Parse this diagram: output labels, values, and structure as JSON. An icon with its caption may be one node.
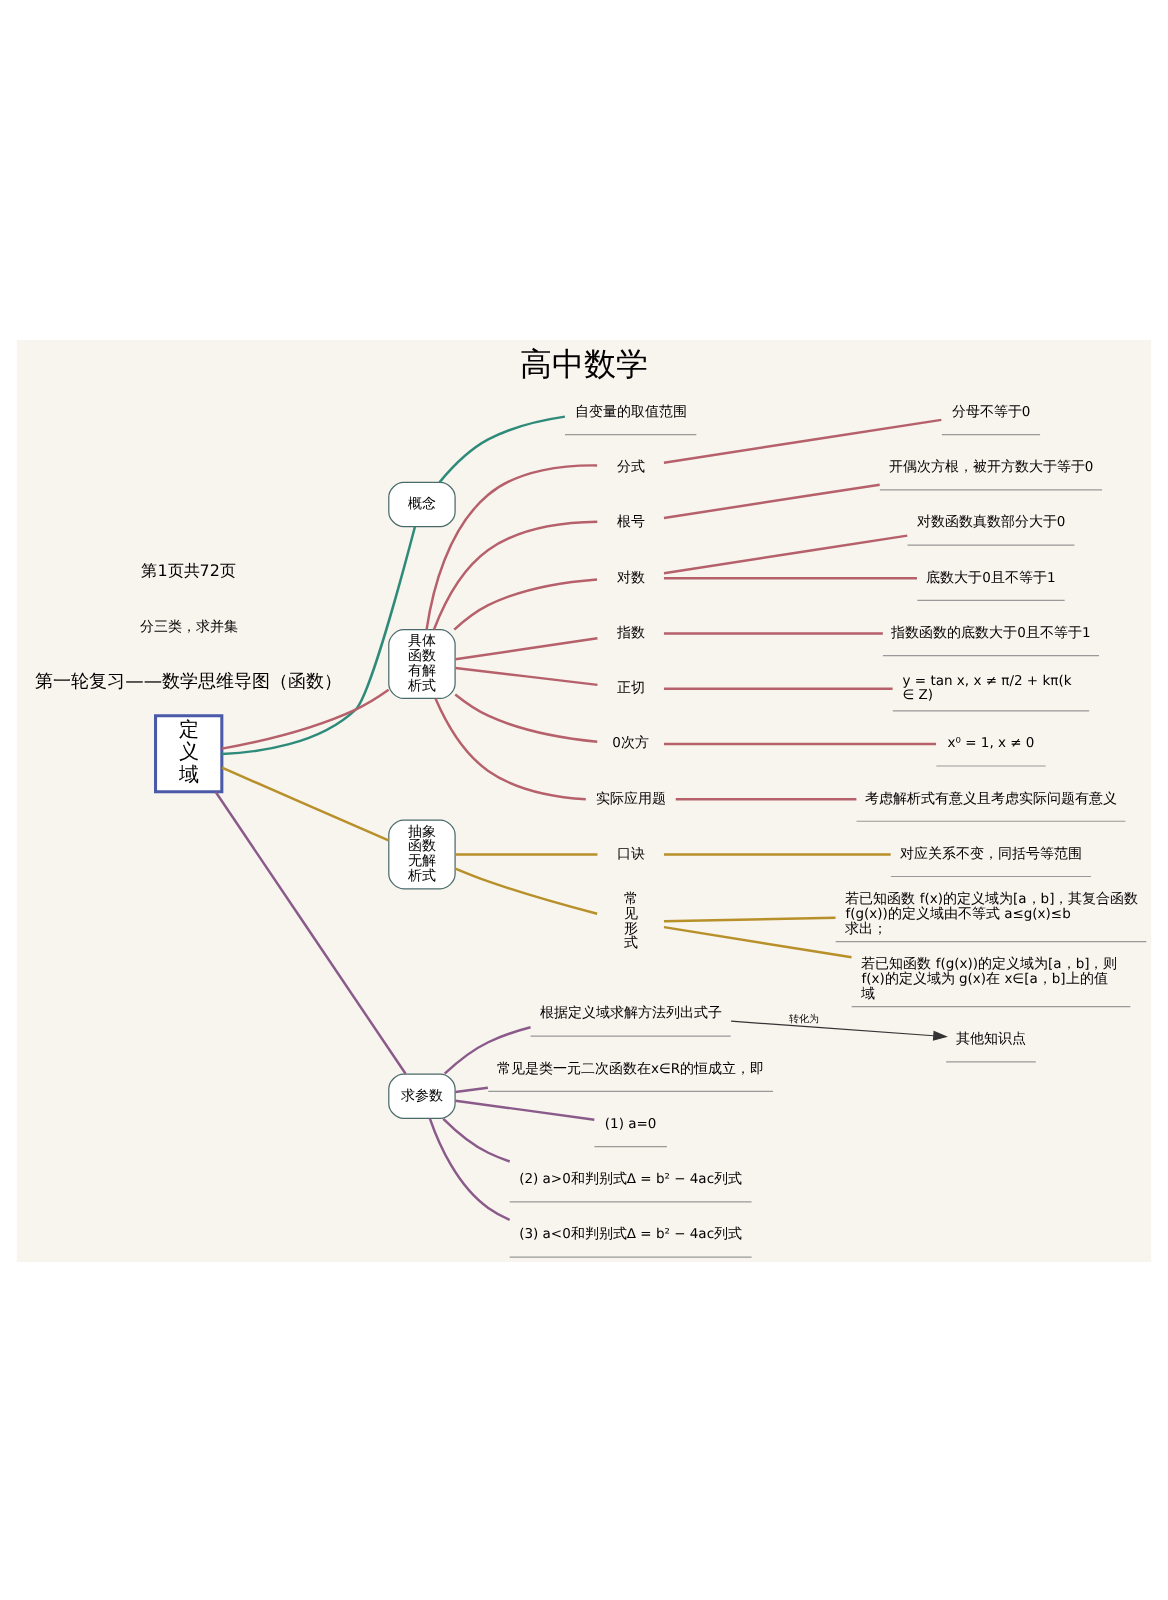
{
  "diagram": {
    "title": "高中数学",
    "caption": "第1页共72页",
    "nodes": [
      {
        "text": [
          "定义域"
        ]
      },
      {
        "text": [
          "概念"
        ]
      },
      {
        "text": [
          "自变量的取值范围"
        ]
      },
      {
        "text": [
          "具体函数有解析式"
        ]
      },
      {
        "text": [
          "分式"
        ]
      },
      {
        "text": [
          "分母不等于0"
        ]
      },
      {
        "text": [
          "根号"
        ]
      },
      {
        "text": [
          "开偶次方根，被开方数大于等于0"
        ]
      },
      {
        "text": [
          "对数"
        ]
      },
      {
        "text": [
          "对数函数真数部分大于0"
        ]
      },
      {
        "text": [
          "底数大于0且不等于1"
        ]
      },
      {
        "text": [
          "指数"
        ]
      },
      {
        "text": [
          "指数函数的底数大于0且不等于1"
        ]
      },
      {
        "text": [
          "正切"
        ]
      },
      {
        "text": [
          "y = tan x, x ≠ π/2 + kπ(k ∈ Z)"
        ]
      },
      {
        "text": [
          "0次方"
        ]
      },
      {
        "text": [
          "x⁰ = 1, x ≠ 0"
        ]
      },
      {
        "text": [
          "实际应用题"
        ]
      },
      {
        "text": [
          "考虑解析式有意义且考虑实际问题有意义"
        ]
      },
      {
        "text": [
          "抽象函数无解析式"
        ]
      },
      {
        "text": [
          "口诀"
        ]
      },
      {
        "text": [
          "对应关系不变，同括号等范围"
        ]
      },
      {
        "text": [
          "常见形式"
        ]
      },
      {
        "text": [
          "若已知函数 f(x)的定义域为[a，b]，其复合函数 f(g(x))的定义域由不等式 a≤g(x)≤b 求出；"
        ]
      },
      {
        "text": [
          "若已知函数 f(g(x))的定义域为[a，b]，则 f(x)的定义域为 g(x)在 x∈[a，b]上的值域"
        ]
      },
      {
        "text": [
          "求参数"
        ]
      },
      {
        "text": [
          "根据定义域求解方法列出式子"
        ]
      },
      {
        "text": [
          "其他知识点"
        ]
      },
      {
        "text": [
          "常见是类一元二次函数在x∈R的恒成立，即"
        ]
      },
      {
        "text": [
          "(1) a=0"
        ]
      },
      {
        "text": [
          "(2) a>0和判别式Δ = b² − 4ac列式"
        ]
      },
      {
        "text": [
          "(3) a<0和判别式Δ = b² − 4ac列式"
        ]
      }
    ],
    "edges": [
      {
        "from": 0,
        "to": 1,
        "arrow": "none",
        "color": "#2e8b7a"
      },
      {
        "from": 1,
        "to": 2,
        "arrow": "none",
        "color": "#2e8b7a"
      },
      {
        "from": 0,
        "to": 3,
        "arrow": "none",
        "color": "#b5606a"
      },
      {
        "from": 3,
        "to": 4,
        "arrow": "none",
        "color": "#b5606a"
      },
      {
        "from": 4,
        "to": 5,
        "arrow": "none",
        "color": "#b5606a"
      },
      {
        "from": 3,
        "to": 6,
        "arrow": "none",
        "color": "#b5606a"
      },
      {
        "from": 6,
        "to": 7,
        "arrow": "none",
        "color": "#b5606a"
      },
      {
        "from": 3,
        "to": 8,
        "arrow": "none",
        "color": "#b5606a"
      },
      {
        "from": 8,
        "to": 9,
        "arrow": "none",
        "color": "#b5606a"
      },
      {
        "from": 8,
        "to": 10,
        "arrow": "none",
        "color": "#b5606a"
      },
      {
        "from": 3,
        "to": 11,
        "arrow": "none",
        "color": "#b5606a"
      },
      {
        "from": 11,
        "to": 12,
        "arrow": "none",
        "color": "#b5606a"
      },
      {
        "from": 3,
        "to": 13,
        "arrow": "none",
        "color": "#b5606a"
      },
      {
        "from": 13,
        "to": 14,
        "arrow": "none",
        "color": "#b5606a"
      },
      {
        "from": 3,
        "to": 15,
        "arrow": "none",
        "color": "#b5606a"
      },
      {
        "from": 15,
        "to": 16,
        "arrow": "none",
        "color": "#b5606a"
      },
      {
        "from": 3,
        "to": 17,
        "arrow": "none",
        "color": "#b5606a"
      },
      {
        "from": 17,
        "to": 18,
        "arrow": "none",
        "color": "#b5606a"
      },
      {
        "from": 0,
        "to": 19,
        "arrow": "none",
        "color": "#b8902a"
      },
      {
        "from": 19,
        "to": 20,
        "arrow": "none",
        "color": "#b8902a"
      },
      {
        "from": 20,
        "to": 21,
        "arrow": "none",
        "color": "#b8902a"
      },
      {
        "from": 19,
        "to": 22,
        "arrow": "none",
        "color": "#b8902a"
      },
      {
        "from": 22,
        "to": 23,
        "arrow": "none",
        "color": "#b8902a"
      },
      {
        "from": 22,
        "to": 24,
        "arrow": "none",
        "color": "#b8902a"
      },
      {
        "from": 0,
        "to": 25,
        "arrow": "none",
        "color": "#8a5a8a"
      },
      {
        "from": 25,
        "to": 26,
        "arrow": "none",
        "color": "#8a5a8a"
      },
      {
        "from": 26,
        "to": 27,
        "arrow": "to",
        "label": "转化为",
        "color": "#333333"
      },
      {
        "from": 25,
        "to": 28,
        "arrow": "none",
        "color": "#8a5a8a"
      },
      {
        "from": 25,
        "to": 29,
        "arrow": "none",
        "color": "#8a5a8a"
      },
      {
        "from": 25,
        "to": 30,
        "arrow": "none",
        "color": "#8a5a8a"
      },
      {
        "from": 25,
        "to": 31,
        "arrow": "none",
        "color": "#8a5a8a"
      }
    ],
    "labels": [
      "第一轮复习——数学思维导图（函数）",
      "分三类，求并集"
    ]
  }
}
